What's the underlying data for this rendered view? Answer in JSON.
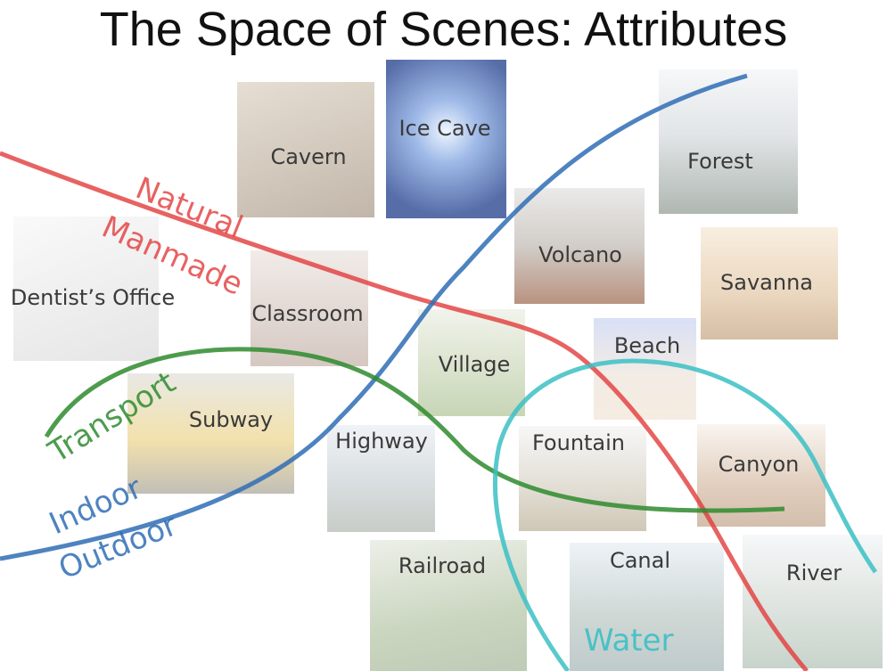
{
  "title": "The Space of Scenes: Attributes",
  "scenes": [
    {
      "id": "cavern",
      "label": "Cavern",
      "bg": [
        "#c9b9a4",
        "#8f7a63"
      ],
      "icon": "cavern-image"
    },
    {
      "id": "ice-cave",
      "label": "Ice Cave",
      "bg": [
        "#9fb8e6",
        "#1f3f8f"
      ],
      "icon": "ice-cave-image"
    },
    {
      "id": "forest",
      "label": "Forest",
      "bg": [
        "#e7ebef",
        "#6f7d72"
      ],
      "icon": "forest-image"
    },
    {
      "id": "volcano",
      "label": "Volcano",
      "bg": [
        "#cfd2cf",
        "#8a4a2a"
      ],
      "icon": "volcano-image"
    },
    {
      "id": "savanna",
      "label": "Savanna",
      "bg": [
        "#f0dcc0",
        "#b38a5a"
      ],
      "icon": "savanna-image"
    },
    {
      "id": "dentists-office",
      "label": "Dentist’s Office",
      "bg": [
        "#f2f2f2",
        "#c8c8c8"
      ],
      "icon": "dentist-office-image"
    },
    {
      "id": "classroom",
      "label": "Classroom",
      "bg": [
        "#d8c7bd",
        "#9a8a80"
      ],
      "icon": "classroom-image"
    },
    {
      "id": "village",
      "label": "Village",
      "bg": [
        "#d9e0c6",
        "#8aa46a"
      ],
      "icon": "village-image"
    },
    {
      "id": "beach",
      "label": "Beach",
      "bg": [
        "#c8d2ee",
        "#e8d7c2"
      ],
      "icon": "beach-image"
    },
    {
      "id": "subway",
      "label": "Subway",
      "bg": [
        "#e9dcae",
        "#8f8a7a"
      ],
      "icon": "subway-image"
    },
    {
      "id": "highway",
      "label": "Highway",
      "bg": [
        "#e0e6ee",
        "#9aa39a"
      ],
      "icon": "highway-image"
    },
    {
      "id": "fountain",
      "label": "Fountain",
      "bg": [
        "#e6e6e6",
        "#a89a7a"
      ],
      "icon": "fountain-image"
    },
    {
      "id": "canyon",
      "label": "Canyon",
      "bg": [
        "#f2e6dc",
        "#b08a6a"
      ],
      "icon": "canyon-image"
    },
    {
      "id": "railroad",
      "label": "Railroad",
      "bg": [
        "#d6dccf",
        "#8aa07a"
      ],
      "icon": "railroad-image"
    },
    {
      "id": "canal",
      "label": "Canal",
      "bg": [
        "#d7e3ef",
        "#8aa0a0"
      ],
      "icon": "canal-image"
    },
    {
      "id": "river",
      "label": "River",
      "bg": [
        "#e6ecef",
        "#9ab0a0"
      ],
      "icon": "river-image"
    }
  ],
  "attributes": [
    {
      "id": "natural",
      "label": "Natural",
      "color": "#e23b3b"
    },
    {
      "id": "manmade",
      "label": "Manmade",
      "color": "#e23b3b"
    },
    {
      "id": "transport",
      "label": "Transport",
      "color": "#2e8b2e"
    },
    {
      "id": "indoor",
      "label": "Indoor",
      "color": "#2f6db5"
    },
    {
      "id": "outdoor",
      "label": "Outdoor",
      "color": "#2f6db5"
    },
    {
      "id": "water",
      "label": "Water",
      "color": "#3bbfc4"
    }
  ],
  "colors": {
    "natural_manmade": "#e23b3b",
    "transport": "#2e8b2e",
    "indoor_outdoor": "#2f6db5",
    "water": "#3bbfc4"
  }
}
